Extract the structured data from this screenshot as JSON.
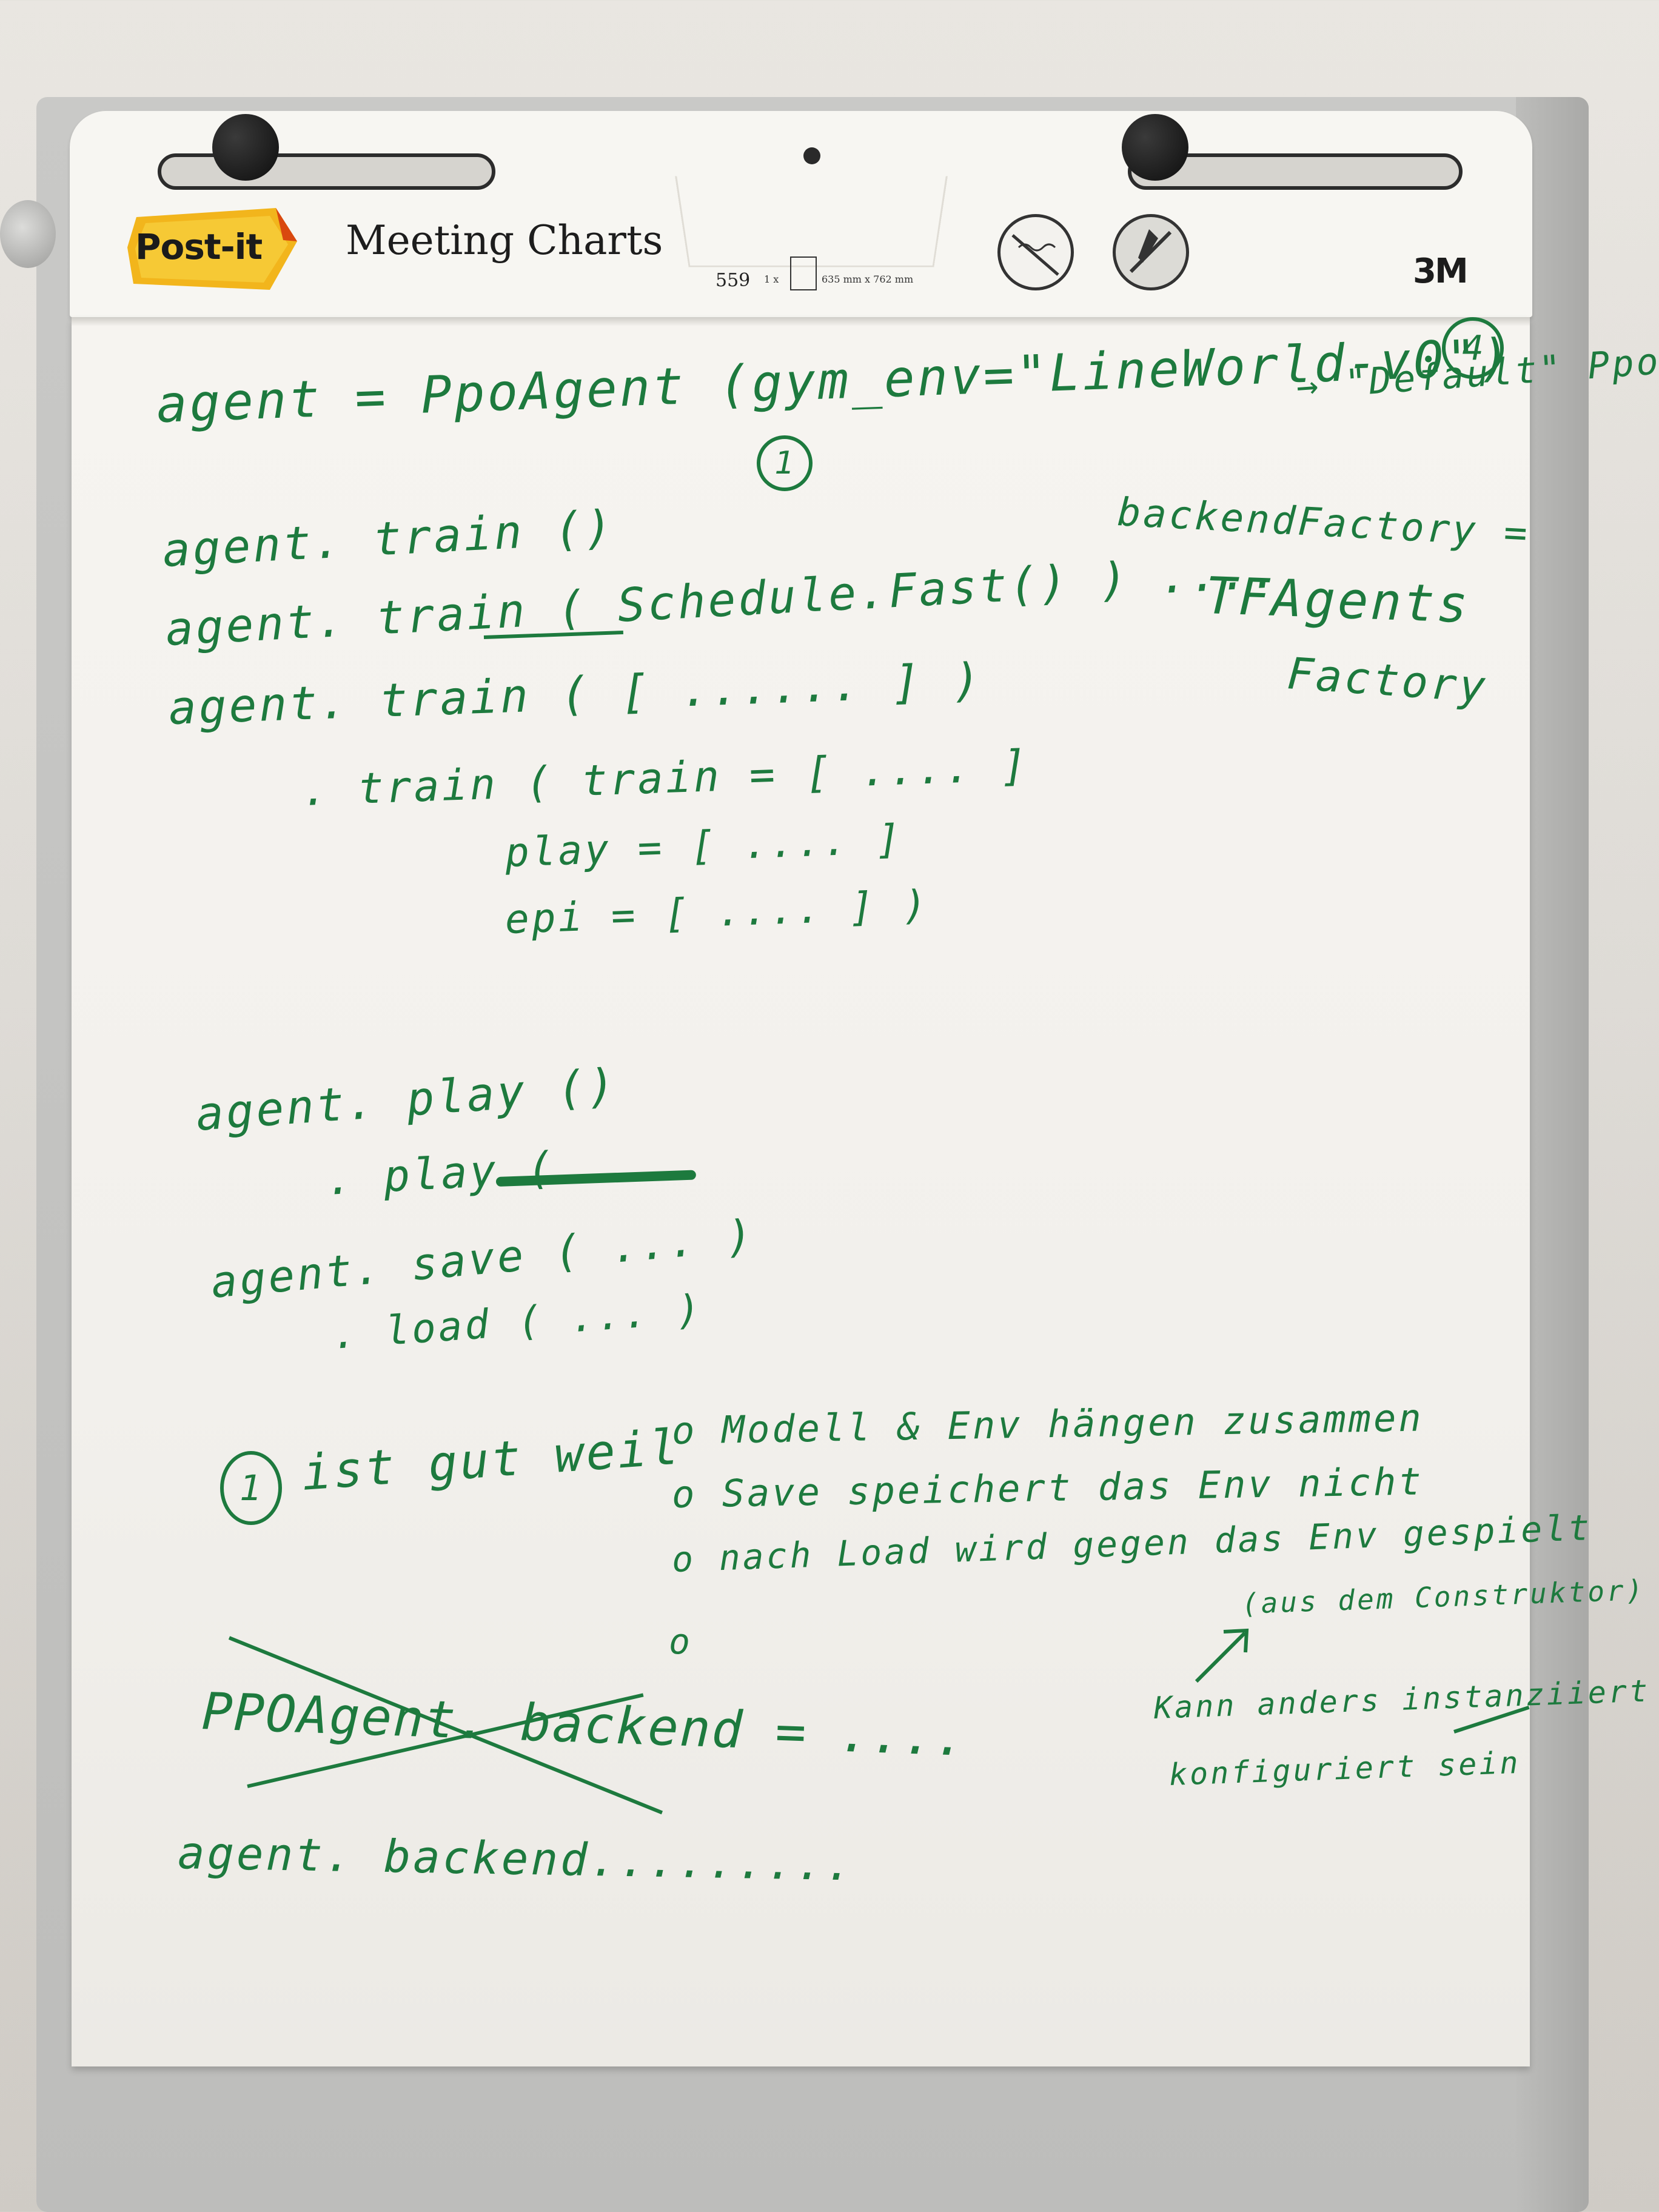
{
  "header": {
    "brand": "Post-it",
    "title": "Meeting Charts",
    "product_code": "559",
    "pack_spec": "1 x",
    "size_spec": "635 mm x 762 mm",
    "logo_3m": "3M"
  },
  "notes": {
    "line1": "agent = PpoAgent (gym_env=\"LineWorld-v0\")",
    "marker1": "1",
    "marker4": "4",
    "default_note": "→ \"Default\" Ppo",
    "backend_factory": "backendFactory =",
    "tf_agents": "TFAgents",
    "factory": "Factory",
    "train1": "agent. train ()",
    "train2": "agent. train ( Schedule.Fast() ) ....",
    "train3": "agent. train ( [ ......   ] )",
    "train4": ". train ( train = [ .... ]",
    "train4_play": "play = [ .... ]",
    "train4_epi": "epi  = [ .... ] )",
    "play1": "agent. play ()",
    "play2": ". play (",
    "save": "agent. save ( ... )",
    "load": ". load ( ... )",
    "reason_marker": "1",
    "reason_intro": "ist gut weil",
    "bullet1": "o Modell & Env hängen zusammen",
    "bullet2": "o Save speichert das Env nicht",
    "bullet3": "o nach Load wird gegen das Env gespielt",
    "bullet3_cont": "(aus dem Construktor)",
    "bullet4": "o",
    "side_note1": "Kann anders instanziiert",
    "side_note2": "konfiguriert sein",
    "crossed": "PPOAgent. backend = ....",
    "backend_line": "agent. backend........."
  },
  "colors": {
    "ink": "#1d7a3e",
    "paper": "#f4f2ee",
    "easel": "#c4c4c2"
  }
}
